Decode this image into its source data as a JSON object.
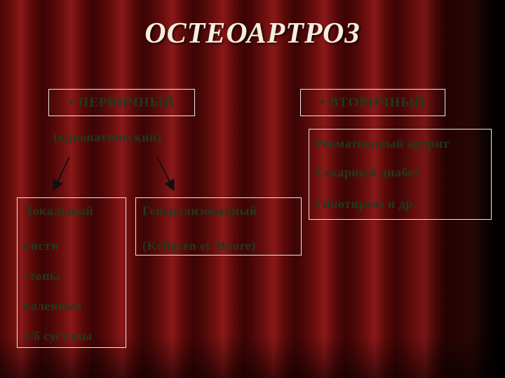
{
  "title": "ОСТЕОАРТРОЗ",
  "primary": {
    "label": "• ПЕРВИЧНЫЙ",
    "subtitle": "(идиопатический)",
    "local": {
      "heading": "Локальный",
      "items": [
        "кисти",
        "стопы",
        "коленные",
        "т/б суставы"
      ]
    },
    "generalized": {
      "heading": "Генерализованный",
      "note": "(Kellgren et Moore)"
    }
  },
  "secondary": {
    "label": "• ВТОРИЧНЫЙ",
    "items": [
      "Ревматоидный артрит",
      "Сахарный диабет",
      "Гипотиреоз и др."
    ]
  }
}
